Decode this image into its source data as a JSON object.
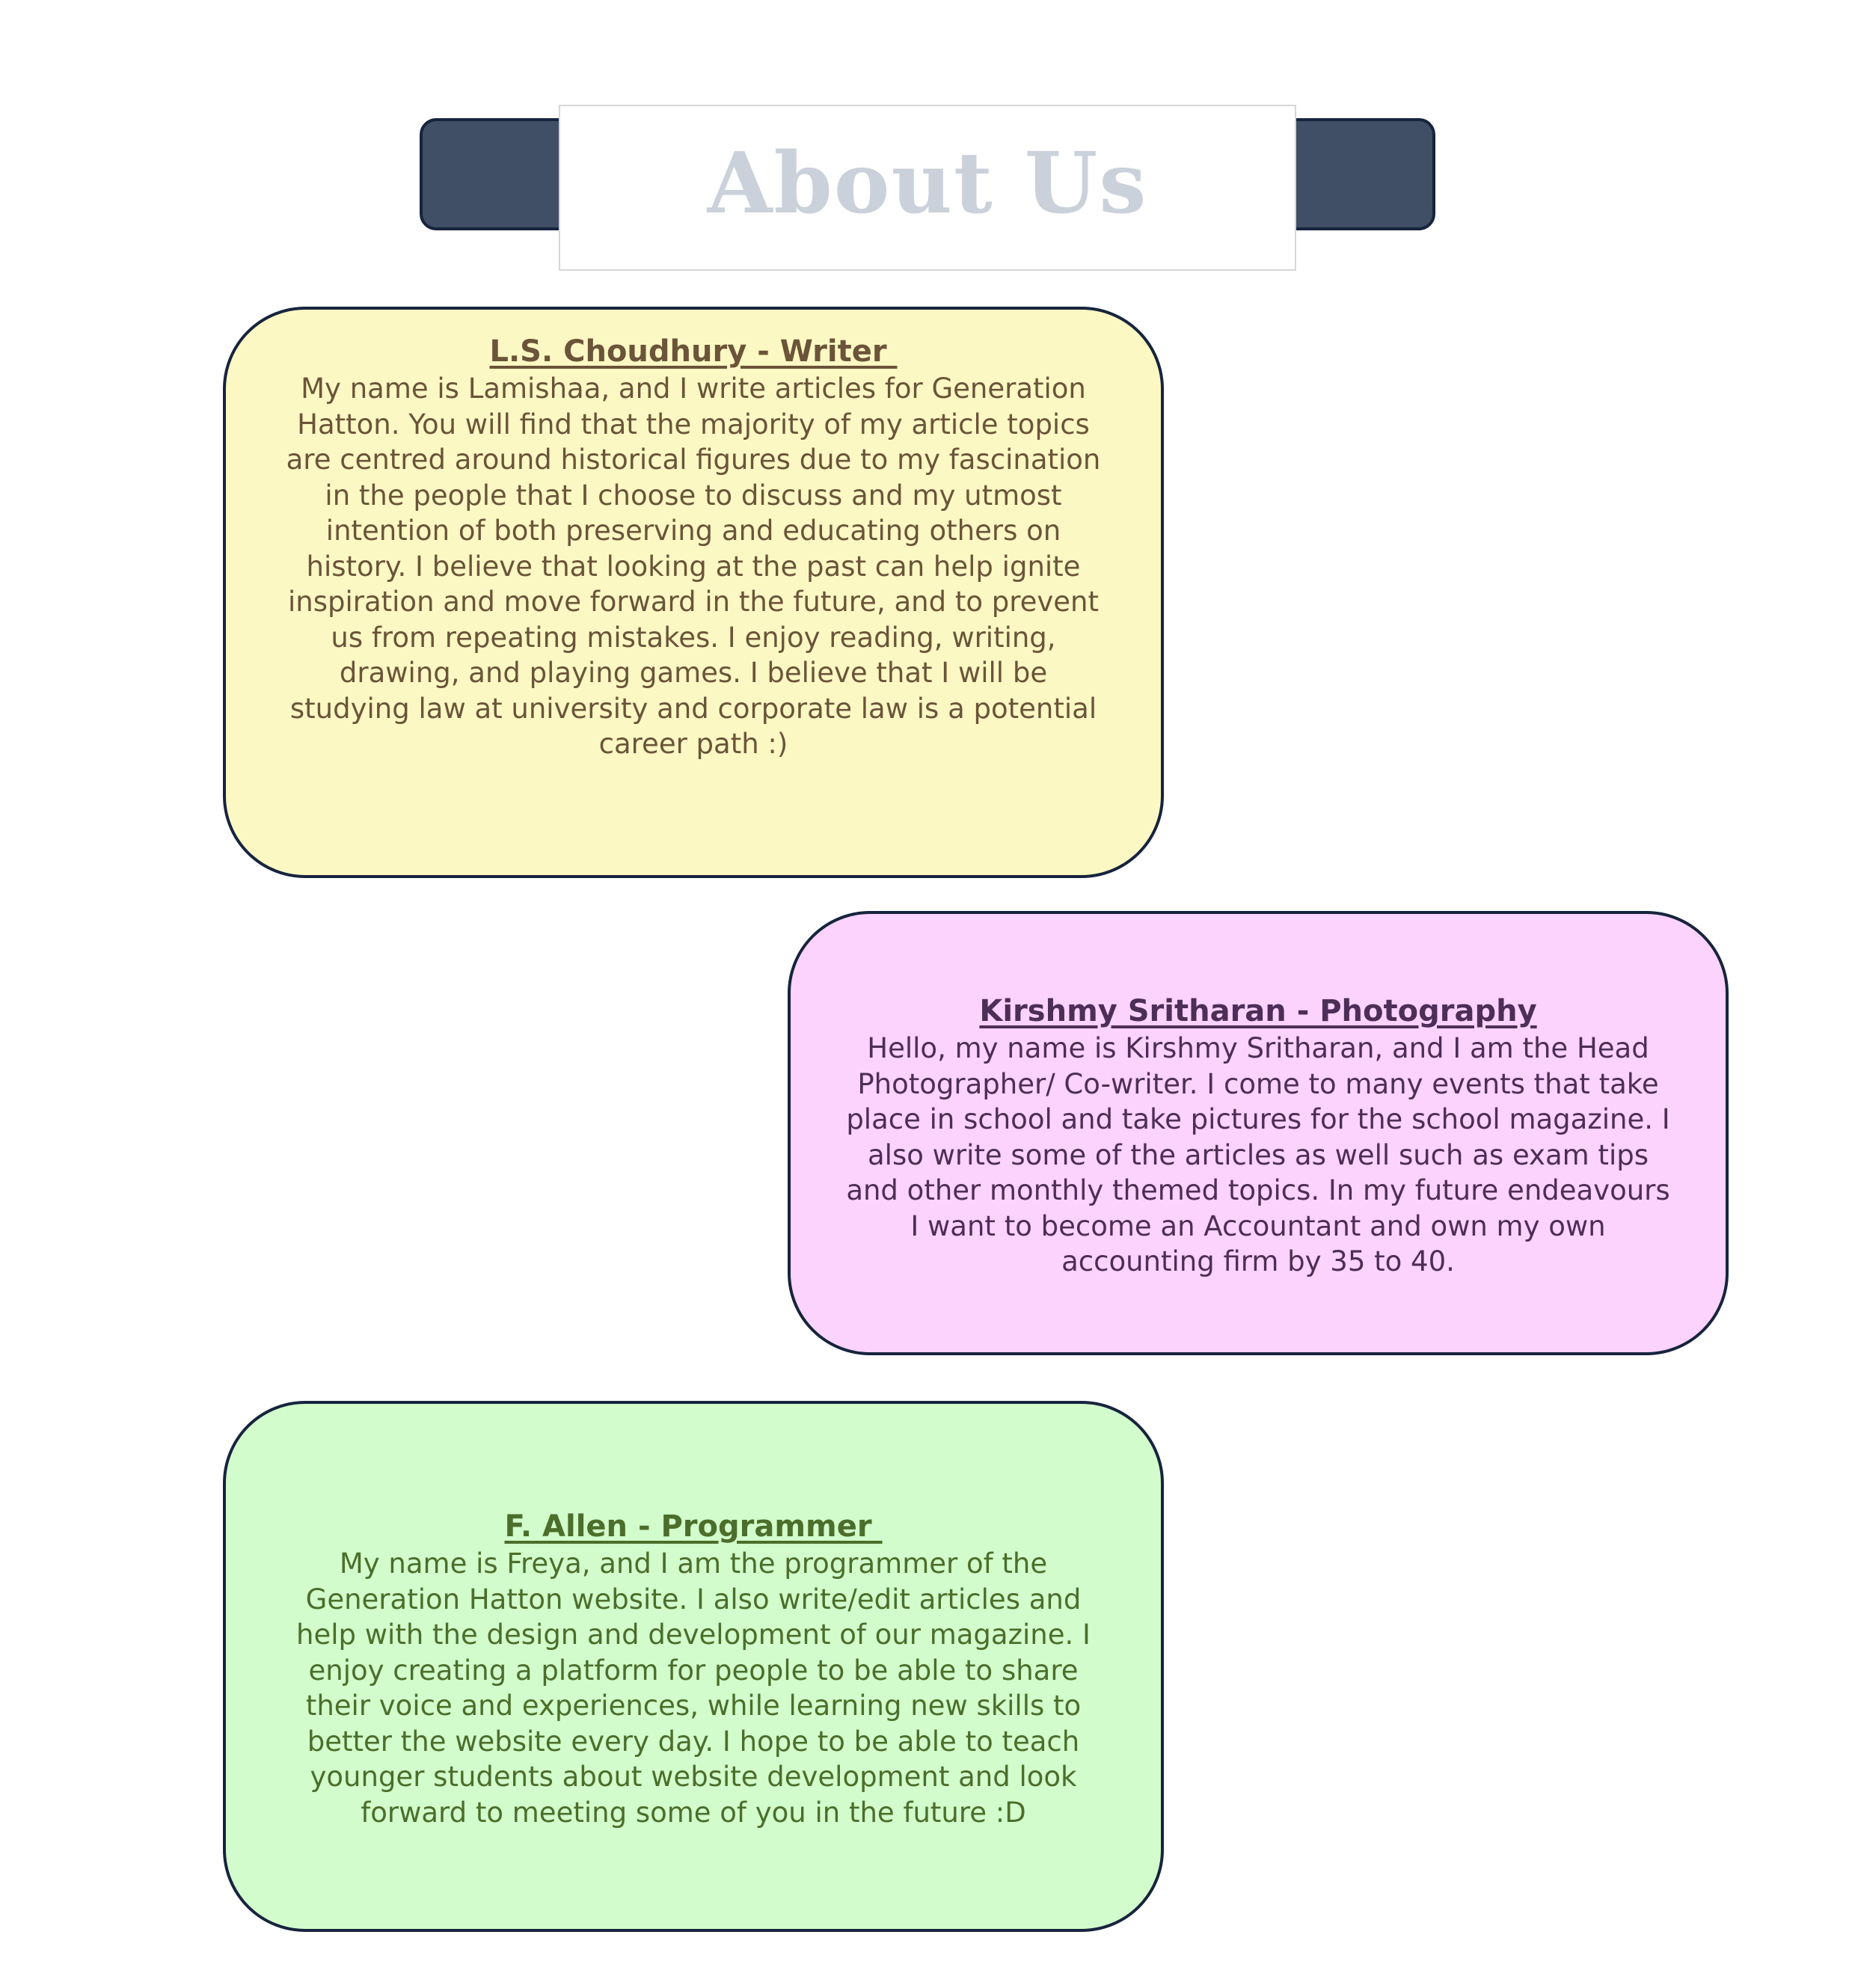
{
  "header": {
    "title": "About Us"
  },
  "members": [
    {
      "title": "L.S. Choudhury - Writer ",
      "bio": "My name is Lamishaa, and I write articles for Generation Hatton. You will find that the majority of my article topics are centred around historical figures due to my fascination in the people that I choose to discuss and my utmost intention of both preserving and educating others on history. I believe that looking at the past can help ignite inspiration and move forward in the future, and to prevent us from repeating mistakes. I enjoy reading, writing, drawing, and playing games. I believe that I will be studying law at university and corporate law is a potential career path :)"
    },
    {
      "title": "Kirshmy Sritharan - Photography",
      "bio": "Hello, my name is Kirshmy Sritharan, and I am the Head Photographer/ Co-writer. I come to many events that take place in school and take pictures for the school magazine. I also write some of the articles as well such as exam tips and other monthly themed topics. In my future endeavours I want to become an Accountant and own my own accounting firm by 35 to 40."
    },
    {
      "title": "F. Allen - Programmer ",
      "bio": "My name is Freya, and I am the programmer of the Generation Hatton website. I also write/edit articles and help with the design and development of our magazine. I enjoy creating a platform for people to be able to share their voice and experiences, while learning new skills to better the website every day. I hope to be able to teach younger students about website development and look forward to meeting some of you in the future :D"
    }
  ],
  "colors": {
    "banner_fill": "#404e66",
    "outline": "#17243e",
    "title_text": "#cbd1da",
    "writer_card": "#fbf8c3",
    "photo_card": "#fcd3fc",
    "programmer_card": "#d2fccc"
  }
}
